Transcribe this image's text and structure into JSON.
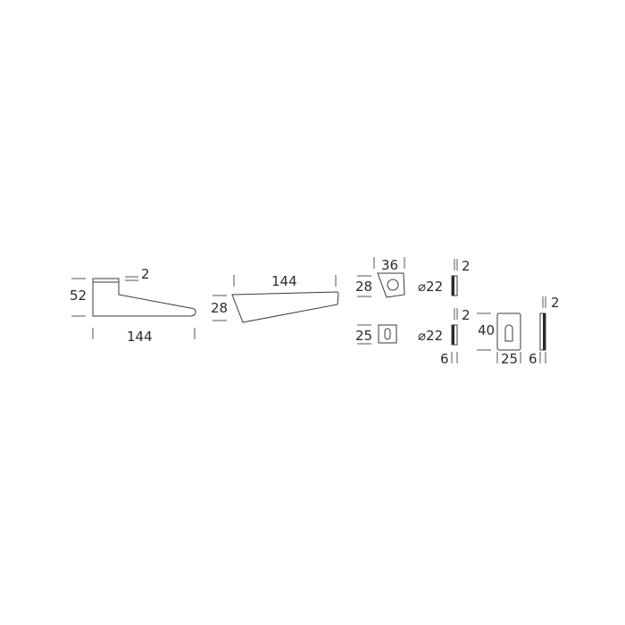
{
  "lever_front": {
    "height": "52",
    "length": "144",
    "thickness": "2"
  },
  "lever_side": {
    "height": "28",
    "length": "144"
  },
  "rose_key": {
    "width": "36",
    "height": "28",
    "diameter": "⌀22",
    "thickness": "2"
  },
  "rose_round": {
    "size": "25",
    "diameter": "⌀22",
    "thickness": "2",
    "depth": "6"
  },
  "rose_cylinder": {
    "height": "40",
    "width": "25",
    "depth": "6",
    "thickness": "2"
  }
}
